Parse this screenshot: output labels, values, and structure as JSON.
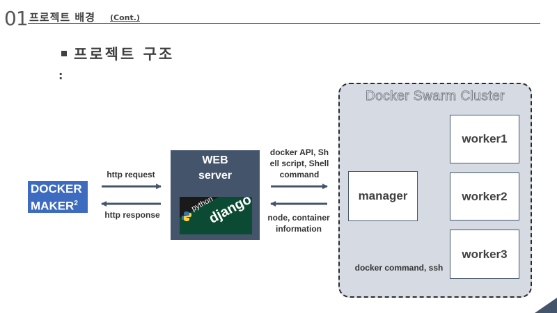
{
  "header": {
    "number": "01",
    "title": "프로젝트 배경",
    "cont": "(Cont.)"
  },
  "section": {
    "bullet_icon": "square-bullet",
    "title": "프로젝트 구조",
    "colon": ":"
  },
  "logo": {
    "line1": "DOCKER",
    "line2": "MAKER",
    "sup": "2",
    "color": "#3d6bbf"
  },
  "arrows": {
    "http_request": "http request",
    "http_response": "http response",
    "to_cluster": [
      "docker API,  Sh",
      "ell script,  Shell",
      "command"
    ],
    "from_cluster": [
      "node, container",
      "information"
    ]
  },
  "web_server": {
    "line1": "WEB",
    "line2": "server",
    "python_label": "python",
    "django_label": "django",
    "color": "#44546a"
  },
  "cluster": {
    "title": "Docker Swarm Cluster",
    "manager": "manager",
    "workers": [
      "worker1",
      "worker2",
      "worker3"
    ],
    "dashed_label": "docker command, ssh"
  }
}
